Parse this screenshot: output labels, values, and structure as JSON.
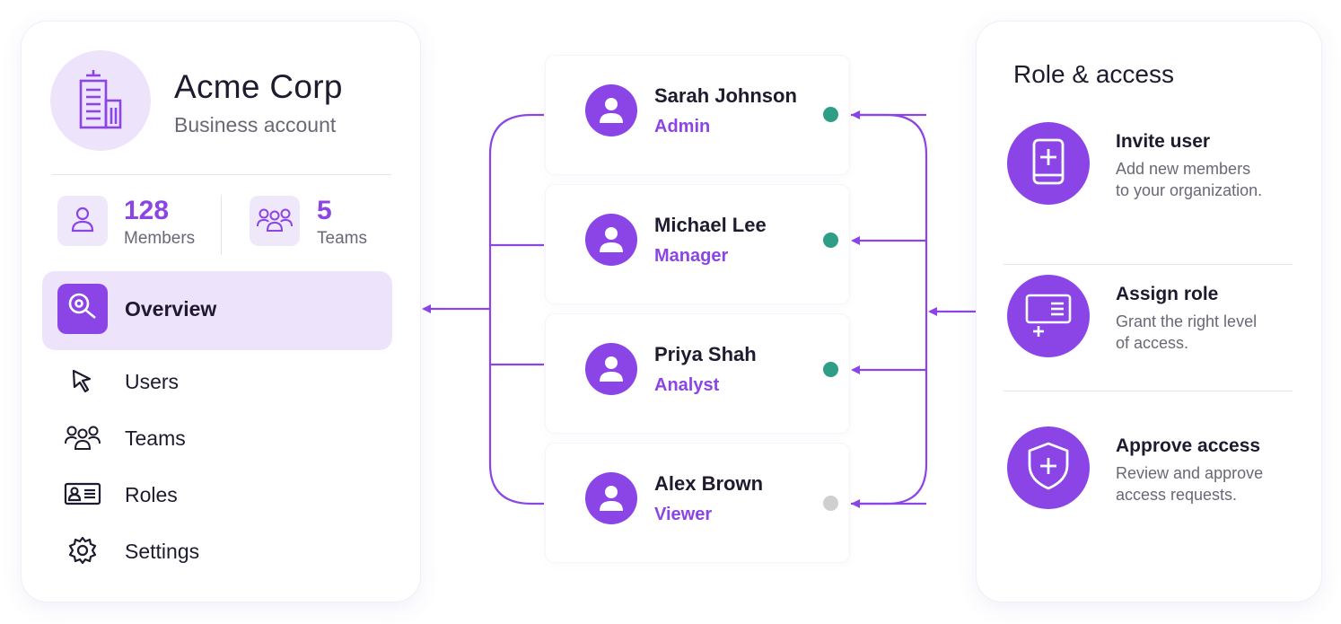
{
  "account": {
    "name": "Acme Corp",
    "type": "Business account",
    "icon": "building-icon"
  },
  "stats": [
    {
      "value": "128",
      "label": "Members",
      "icon": "user-icon"
    },
    {
      "value": "5",
      "label": "Teams",
      "icon": "team-icon"
    }
  ],
  "nav": {
    "active": {
      "label": "Overview",
      "icon": "search-icon"
    },
    "items": [
      {
        "label": "Users",
        "icon": "cursor-icon"
      },
      {
        "label": "Teams",
        "icon": "team-icon"
      },
      {
        "label": "Roles",
        "icon": "id-card-icon"
      },
      {
        "label": "Settings",
        "icon": "gear-icon"
      }
    ]
  },
  "users": [
    {
      "name": "Sarah Johnson",
      "role": "Admin",
      "status": "active"
    },
    {
      "name": "Michael Lee",
      "role": "Manager",
      "status": "active"
    },
    {
      "name": "Priya Shah",
      "role": "Analyst",
      "status": "active"
    },
    {
      "name": "Alex Brown",
      "role": "Viewer",
      "status": "inactive"
    }
  ],
  "panel": {
    "title": "Role & access",
    "actions": [
      {
        "title": "Invite user",
        "desc_line1": "Add new members",
        "desc_line2": "to your organization.",
        "icon": "phone-plus-icon"
      },
      {
        "title": "Assign role",
        "desc_line1": "Grant the right level",
        "desc_line2": "of access.",
        "icon": "card-plus-icon"
      },
      {
        "title": "Approve access",
        "desc_line1": "Review and approve",
        "desc_line2": "access requests.",
        "icon": "shield-plus-icon"
      }
    ]
  },
  "colors": {
    "accent": "#8b45e6",
    "accent_light": "#ede4fb",
    "status_active": "#2e9e87",
    "status_inactive": "#cfcfcf"
  }
}
